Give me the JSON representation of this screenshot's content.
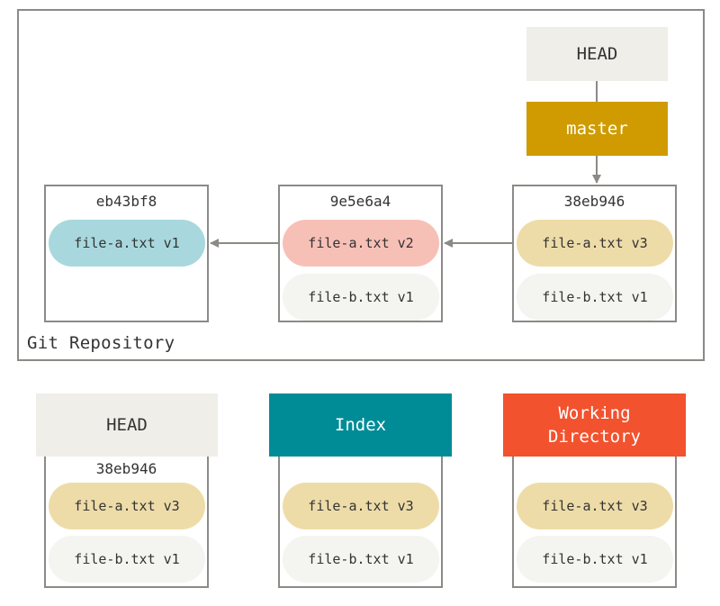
{
  "repository": {
    "label": "Git Repository",
    "head_label": "HEAD",
    "branch_label": "master",
    "commits": [
      {
        "sha": "eb43bf8",
        "files": [
          "file-a.txt v1"
        ]
      },
      {
        "sha": "9e5e6a4",
        "files": [
          "file-a.txt v2",
          "file-b.txt v1"
        ]
      },
      {
        "sha": "38eb946",
        "files": [
          "file-a.txt v3",
          "file-b.txt v1"
        ]
      }
    ]
  },
  "trees": {
    "head": {
      "label": "HEAD",
      "sha": "38eb946",
      "files": [
        "file-a.txt v3",
        "file-b.txt v1"
      ]
    },
    "index": {
      "label": "Index",
      "files": [
        "file-a.txt v3",
        "file-b.txt v1"
      ]
    },
    "working_directory": {
      "label_line1": "Working",
      "label_line2": "Directory",
      "files": [
        "file-a.txt v3",
        "file-b.txt v1"
      ]
    }
  },
  "colors": {
    "border": "#8c8a86",
    "head_bg": "#efeee8",
    "master_bg": "#cf9b00",
    "index_bg": "#008c97",
    "working_directory_bg": "#f2522e",
    "v1_blue": "#a8d8de",
    "v2_pink": "#f7c0b7",
    "v3_tan": "#eedca8",
    "file_grey": "#f4f4f1"
  }
}
